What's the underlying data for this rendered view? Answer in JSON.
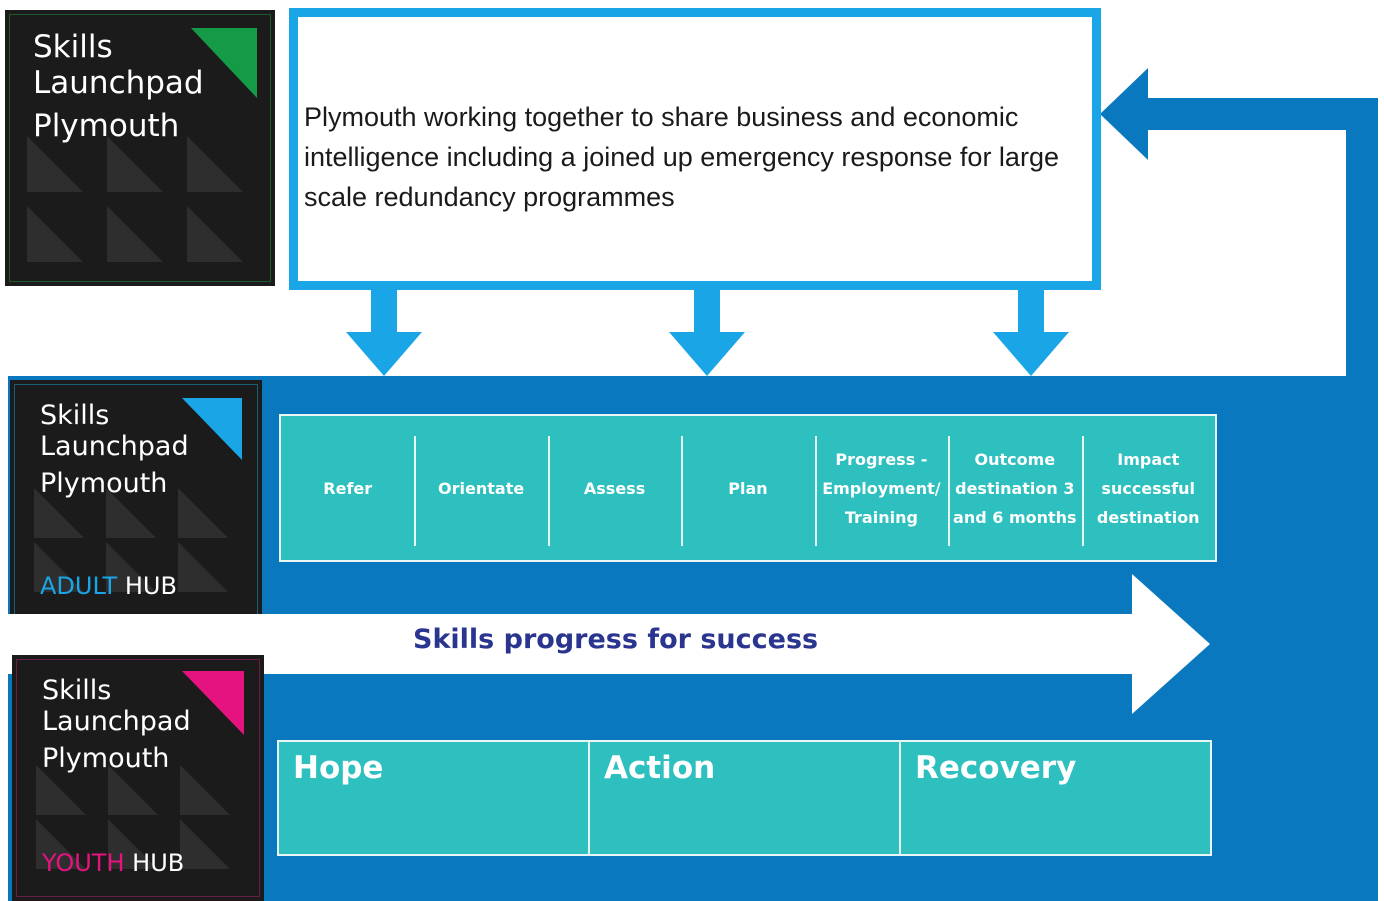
{
  "logos": {
    "main": {
      "line1": "Skills",
      "line2": "Launchpad",
      "line3": "Plymouth",
      "accent_color": "#159a48"
    },
    "adult": {
      "line1": "Skills",
      "line2": "Launchpad",
      "line3": "Plymouth",
      "hub_prefix": "ADULT",
      "hub_suffix": "HUB",
      "accent_color": "#1aa5e6"
    },
    "youth": {
      "line1": "Skills",
      "line2": "Launchpad",
      "line3": "Plymouth",
      "hub_prefix": "YOUTH",
      "hub_suffix": "HUB",
      "accent_color": "#e5137f"
    }
  },
  "intro": {
    "text": "Plymouth working together to share business and economic intelligence including a joined up emergency response for large scale redundancy programmes"
  },
  "stages": [
    {
      "label": "Refer"
    },
    {
      "label": "Orientate"
    },
    {
      "label": "Assess"
    },
    {
      "label": "Plan"
    },
    {
      "label": "Progress - Employment/ Training"
    },
    {
      "label": "Outcome destination 3 and 6 months"
    },
    {
      "label": "Impact successful destination"
    }
  ],
  "progress_arrow": {
    "label": "Skills progress for success"
  },
  "phases": [
    {
      "label": "Hope"
    },
    {
      "label": "Action"
    },
    {
      "label": "Recovery"
    }
  ],
  "colors": {
    "light_blue": "#1aa5e6",
    "dark_blue": "#0a78be",
    "teal": "#2ebfbf",
    "navy_text": "#2a3590"
  }
}
